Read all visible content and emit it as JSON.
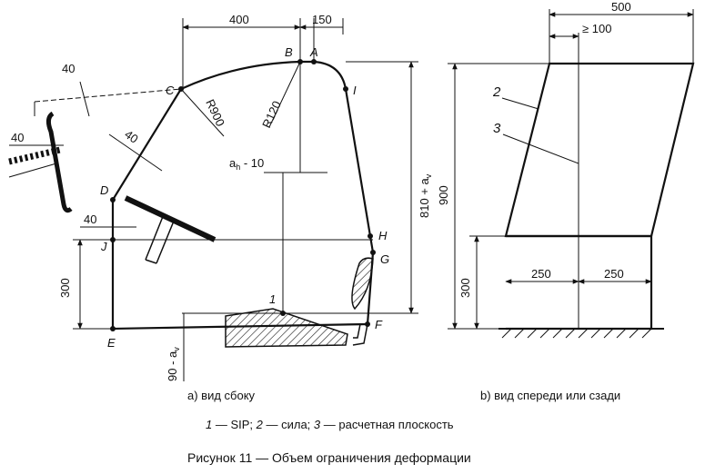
{
  "figure": {
    "caption": "Рисунок 11 — Объем ограничения деформации",
    "legend": {
      "n1": "1",
      "t1": " — SIP; ",
      "n2": "2",
      "t2": " — сила; ",
      "n3": "3",
      "t3": " — расчетная плоскость"
    }
  },
  "side_view": {
    "caption": "а) вид сбоку",
    "points": {
      "A": "A",
      "B": "B",
      "C": "C",
      "D": "D",
      "E": "E",
      "F": "F",
      "G": "G",
      "H": "H",
      "I": "I",
      "J": "J"
    },
    "dims": {
      "d400": "400",
      "d150": "150",
      "d40_top": "40",
      "d40_left": "40",
      "d40_diag": "40",
      "d40_low": "40",
      "r900": "R900",
      "r120": "R120",
      "ah10": "a",
      "ah10_sub": "h",
      "ah10_tail": " - 10",
      "d810": "810 + a",
      "d810_sub": "v",
      "d300": "300",
      "d90": "90 - a",
      "d90_sub": "v",
      "label1": "1"
    }
  },
  "front_view": {
    "caption": "b) вид спереди или сзади",
    "dims": {
      "d500": "500",
      "d100": "≥ 100",
      "d900": "900",
      "d300": "300",
      "d250a": "250",
      "d250b": "250",
      "label2": "2",
      "label3": "3"
    }
  }
}
